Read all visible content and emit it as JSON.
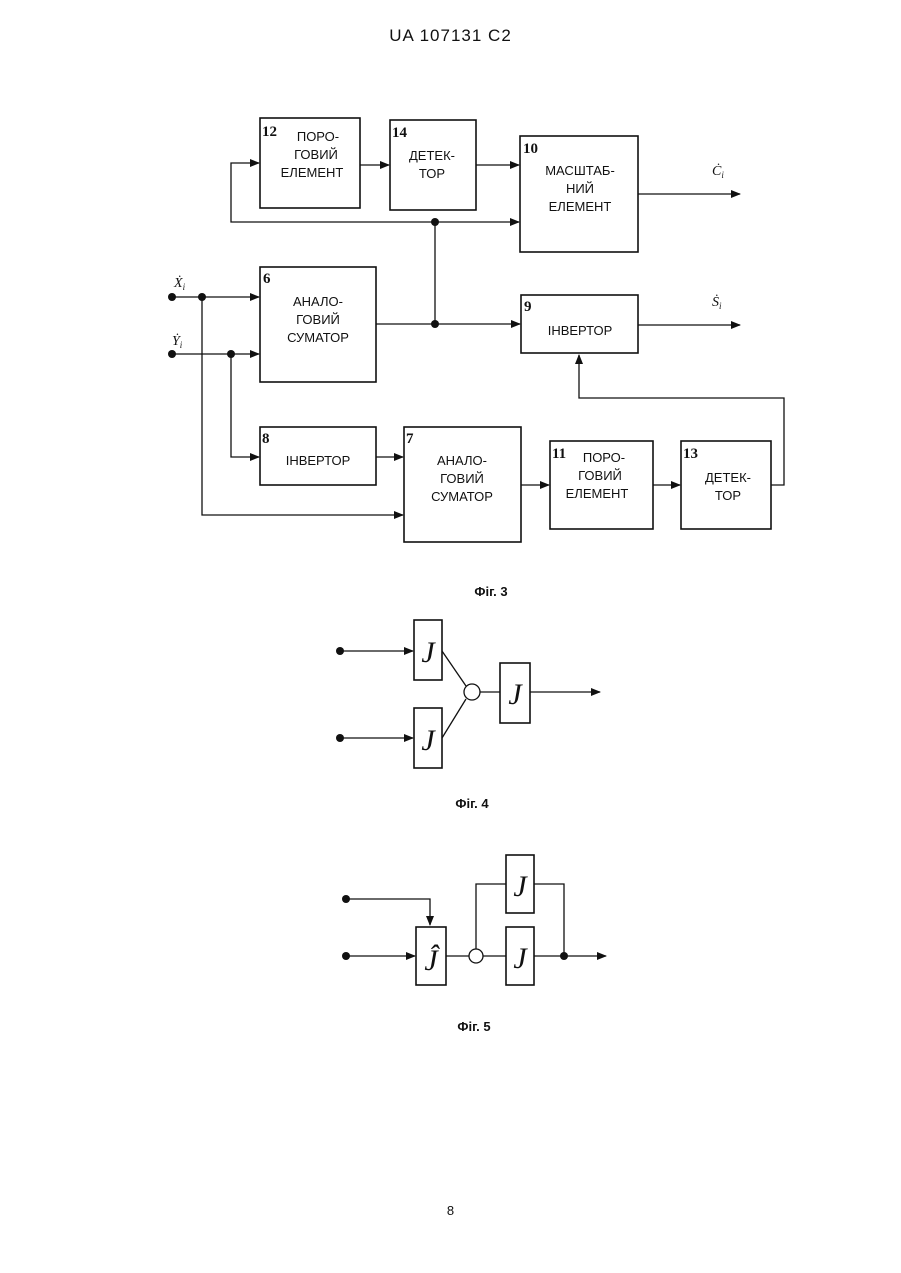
{
  "header": {
    "text": "UA   107131   C2"
  },
  "page_number": "8",
  "fig3": {
    "caption": "Фіг. 3",
    "inputs": {
      "x": "Ẋ",
      "y": "Ẏ",
      "x_sub": "i",
      "y_sub": "i"
    },
    "outputs": {
      "c": "Ċ",
      "s": "Ṡ",
      "c_sub": "i",
      "s_sub": "i"
    },
    "blocks": [
      {
        "id": "12",
        "lines": [
          "ПОРО-",
          "ГОВИЙ",
          "ЕЛЕМЕНТ"
        ]
      },
      {
        "id": "14",
        "lines": [
          "ДЕТЕК-",
          "ТОР"
        ]
      },
      {
        "id": "10",
        "lines": [
          "МАСШТАБ-",
          "НИЙ",
          "ЕЛЕМЕНТ"
        ]
      },
      {
        "id": "6",
        "lines": [
          "АНАЛО-",
          "ГОВИЙ",
          "СУМАТОР"
        ]
      },
      {
        "id": "9",
        "lines": [
          "ІНВЕРТОР"
        ]
      },
      {
        "id": "8",
        "lines": [
          "ІНВЕРТОР"
        ]
      },
      {
        "id": "7",
        "lines": [
          "АНАЛО-",
          "ГОВИЙ",
          "СУМАТОР"
        ]
      },
      {
        "id": "11",
        "lines": [
          "ПОРО-",
          "ГОВИЙ",
          "ЕЛЕМЕНТ"
        ]
      },
      {
        "id": "13",
        "lines": [
          "ДЕТЕК-",
          "ТОР"
        ]
      }
    ]
  },
  "fig4": {
    "caption": "Фіг. 4",
    "block_symbol": "J"
  },
  "fig5": {
    "caption": "Фіг. 5",
    "block_symbol": "J",
    "hat_symbol": "Ĵ"
  }
}
